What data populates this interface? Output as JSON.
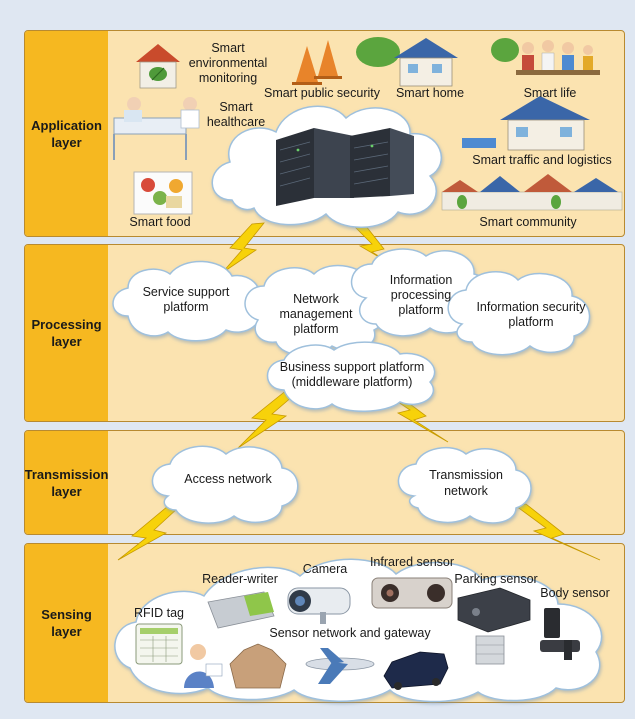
{
  "layers": [
    {
      "name": "Application\nlayer"
    },
    {
      "name": "Processing\nlayer"
    },
    {
      "name": "Transmission\nlayer"
    },
    {
      "name": "Sensing\nlayer"
    }
  ],
  "application": {
    "env": [
      "Smart",
      "environmental",
      "monitoring"
    ],
    "healthcare": [
      "Smart",
      "healthcare"
    ],
    "food": "Smart food",
    "public_security": "Smart public security",
    "home": "Smart home",
    "life": "Smart life",
    "traffic": "Smart traffic and logistics",
    "community": "Smart community"
  },
  "processing": {
    "service": [
      "Service support",
      "platform"
    ],
    "network_mgmt": [
      "Network",
      "management",
      "platform"
    ],
    "info_processing": [
      "Information",
      "processing",
      "platform"
    ],
    "info_security": [
      "Information security",
      "platform"
    ],
    "business": [
      "Business support platform",
      "(middleware platform)"
    ]
  },
  "transmission": {
    "access": "Access network",
    "transmission": [
      "Transmission",
      "network"
    ]
  },
  "sensing": {
    "reader_writer": "Reader-writer",
    "camera": "Camera",
    "infrared": "Infrared sensor",
    "parking": "Parking sensor",
    "body": "Body sensor",
    "rfid": "RFID tag",
    "gateway": "Sensor network and gateway"
  },
  "colors": {
    "layer_fill": "#fbe3b0",
    "tab_fill": "#f6b820",
    "border": "#b88a30",
    "lightning": "#f7d20a",
    "cloud": "#ffffff",
    "cloud_stroke": "#9fc0dc"
  }
}
